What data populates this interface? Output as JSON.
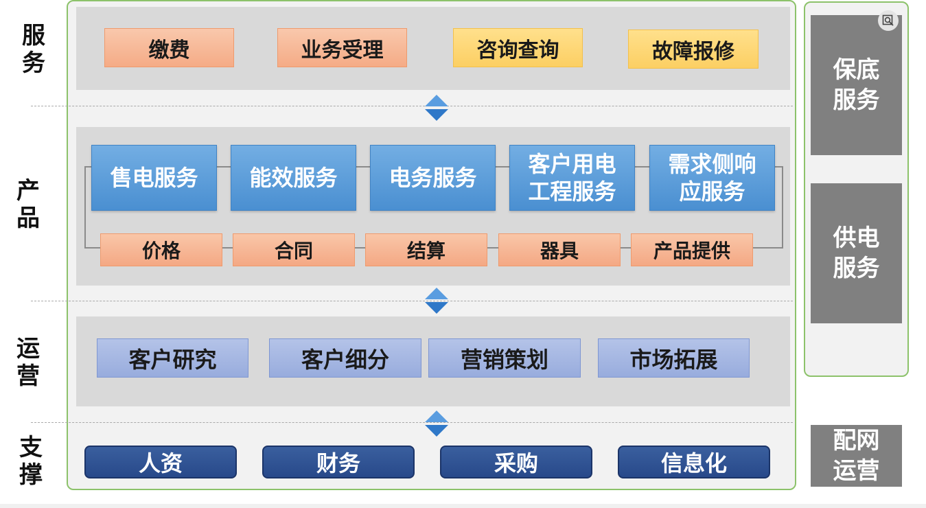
{
  "side_labels": {
    "service": "服\n务",
    "product": "产\n品",
    "operations": "运\n营",
    "support": "支\n撑"
  },
  "service_row": [
    {
      "label": "缴费",
      "style": "orange"
    },
    {
      "label": "业务受理",
      "style": "orange"
    },
    {
      "label": "咨询查询",
      "style": "yellow"
    },
    {
      "label": "故障报修",
      "style": "yellow"
    }
  ],
  "product_services": [
    "售电服务",
    "能效服务",
    "电务服务",
    "客户用电\n工程服务",
    "需求侧响\n应服务"
  ],
  "product_elements": [
    "价格",
    "合同",
    "结算",
    "器具",
    "产品提供"
  ],
  "operations_row": [
    "客户研究",
    "客户细分",
    "营销策划",
    "市场拓展"
  ],
  "support_row": [
    "人资",
    "财务",
    "采购",
    "信息化"
  ],
  "right_panels": {
    "basic": "保底\n服务",
    "supply": "供电\n服务",
    "grid": "配网\n运营"
  },
  "colors": {
    "frame_green": "#8cc26a",
    "band_gray": "#d9d9d9",
    "arrow_blue": "#3f86d3",
    "panel_gray": "#808080",
    "navy": "#28498a"
  },
  "icons": {
    "zoom": "magnify-icon",
    "connector": "diamond-arrow-icon"
  }
}
